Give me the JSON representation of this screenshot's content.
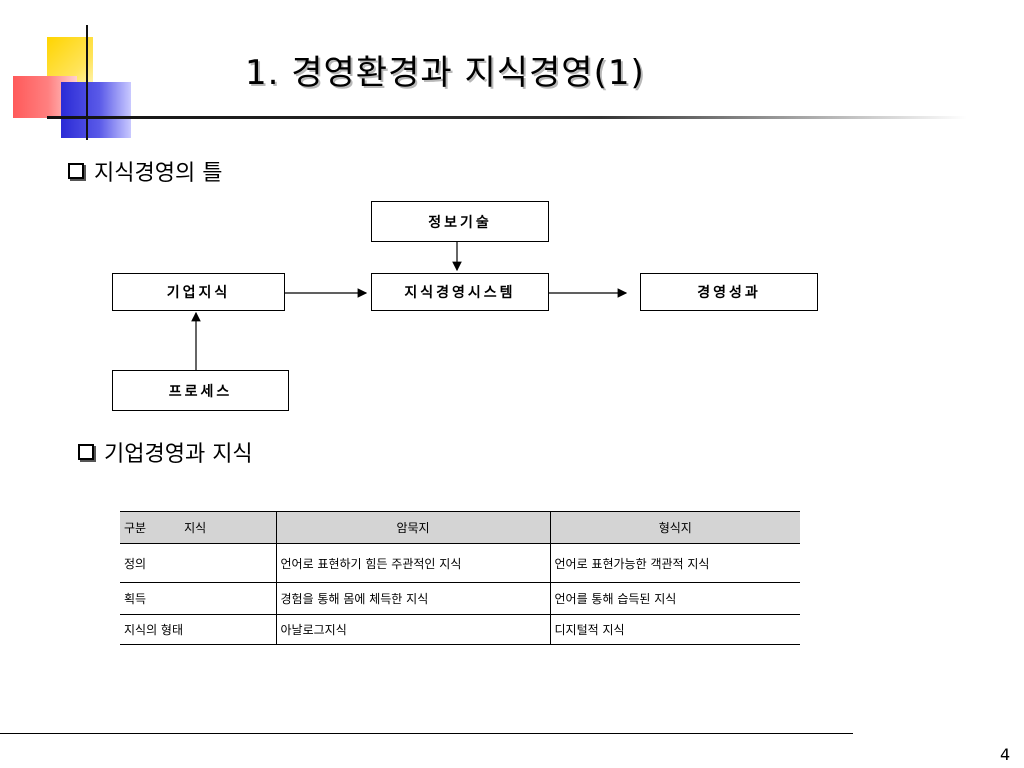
{
  "slide": {
    "title": "1. 경영환경과 지식경영(1)",
    "page_number": "4"
  },
  "section1": {
    "heading": "지식경영의 틀"
  },
  "diagram": {
    "boxes": {
      "info_tech": "정보기술",
      "corp_knowledge": "기업지식",
      "km_system": "지식경영시스템",
      "mgmt_performance": "경영성과",
      "process": "프로세스"
    }
  },
  "section2": {
    "heading": "기업경영과 지식"
  },
  "table": {
    "header": {
      "col0_a": "구분",
      "col0_b": "지식",
      "col1": "암묵지",
      "col2": "형식지"
    },
    "rows": [
      [
        "정의",
        "언어로 표현하기 힘든 주관적인 지식",
        "언어로 표현가능한 객관적 지식"
      ],
      [
        "획득",
        "경험을 통해 몸에 체득한 지식",
        "언어를 통해 습득된 지식"
      ],
      [
        "지식의 형태",
        "아날로그지식",
        "디지털적 지식"
      ]
    ]
  }
}
